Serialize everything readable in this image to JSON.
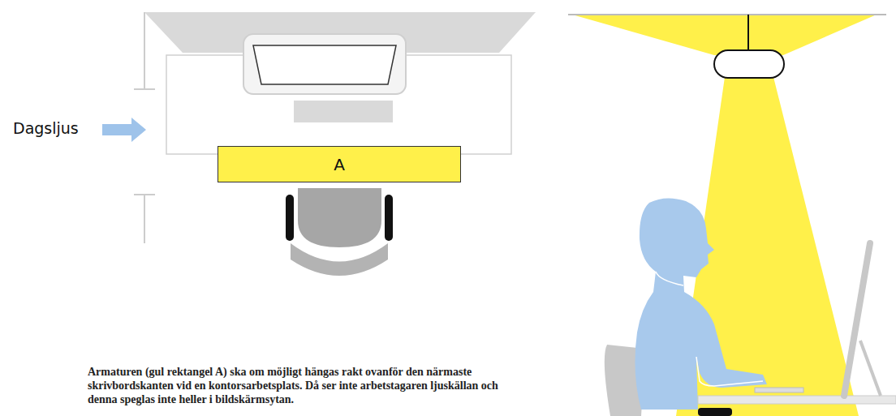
{
  "diagram": {
    "caption": "Armaturen (gul rektangel A) ska om möjligt hängas rakt ovanför den närmaste skrivbordskanten vid en kontorsarbetsplats. Då ser inte arbetstagaren ljuskällan och denna speglas inte heller i bildskärmsytan.",
    "nodes": [
      {
        "text": [
          "A"
        ]
      }
    ],
    "labels": [
      "Dagsljus"
    ]
  }
}
